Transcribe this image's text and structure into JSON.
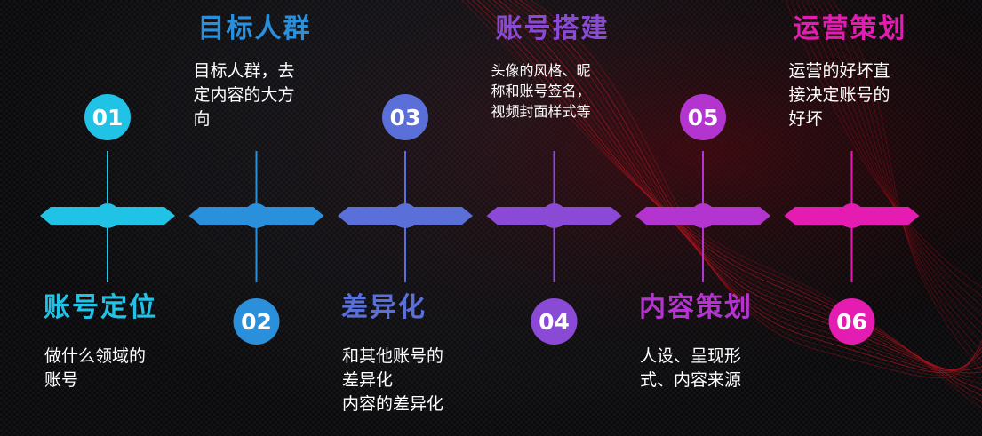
{
  "steps": [
    {
      "number": "01",
      "title": "账号定位",
      "desc": "做什么领域的\n账号",
      "color": "#20c2e6",
      "position": "bottom"
    },
    {
      "number": "02",
      "title": "目标人群",
      "desc": "目标人群，去\n定内容的大方\n向",
      "color": "#2b90dc",
      "position": "top"
    },
    {
      "number": "03",
      "title": "差异化",
      "desc": "和其他账号的\n差异化\n内容的差异化",
      "color": "#5a6fd8",
      "position": "bottom"
    },
    {
      "number": "04",
      "title": "账号搭建",
      "desc": "头像的风格、昵\n称和账号签名，\n视频封面样式等",
      "color": "#8a4ad6",
      "position": "top"
    },
    {
      "number": "05",
      "title": "内容策划",
      "desc": "人设、呈现形\n式、内容来源",
      "color": "#b434d0",
      "position": "bottom"
    },
    {
      "number": "06",
      "title": "运营策划",
      "desc": "运营的好坏直\n接决定账号的\n好坏",
      "color": "#e41cb2",
      "position": "top"
    }
  ]
}
